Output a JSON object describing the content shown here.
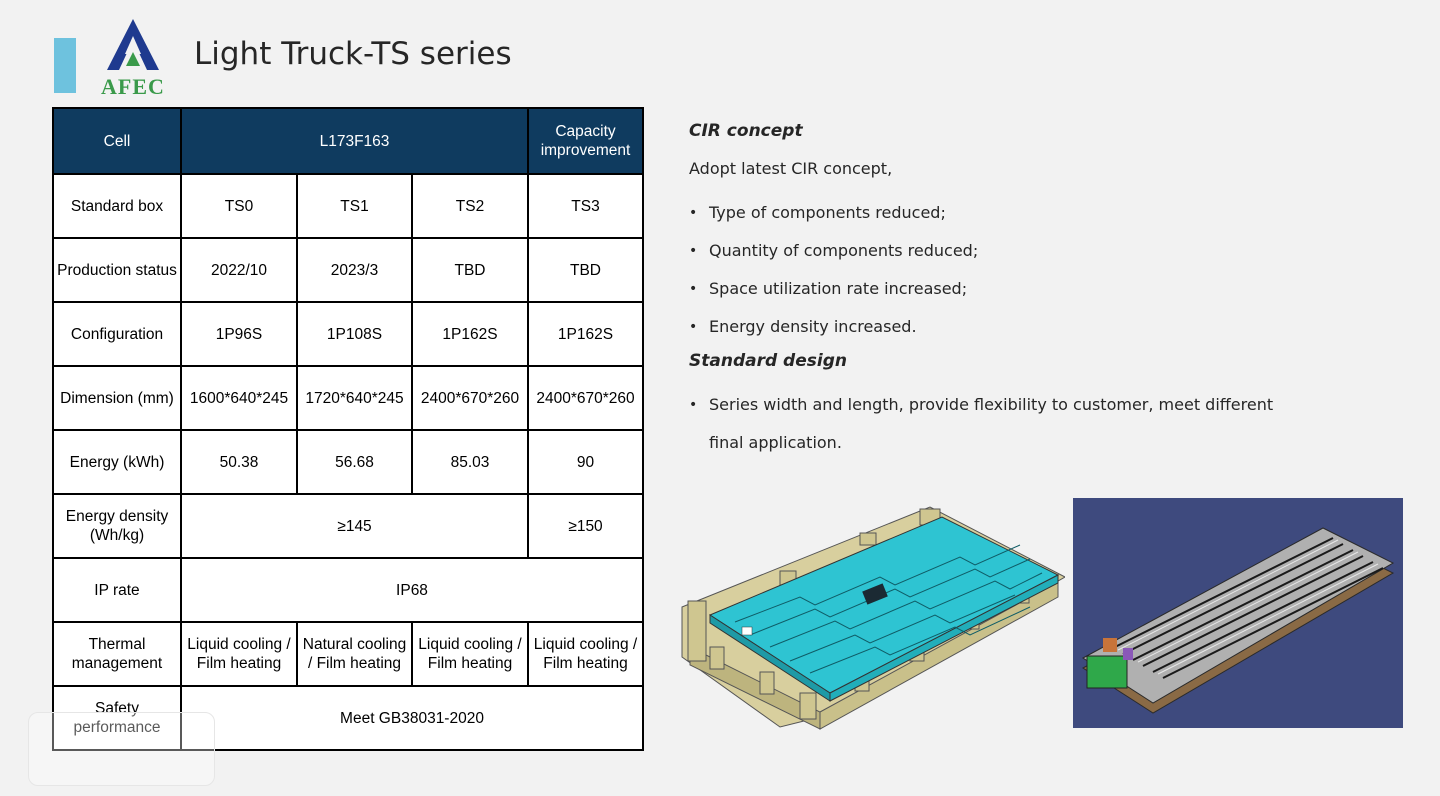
{
  "header": {
    "logo_text": "AFEC",
    "title": "Light Truck-TS series"
  },
  "table": {
    "header": {
      "label": "Cell",
      "model": "L173F163",
      "improvement": "Capacity improvement"
    },
    "rows": {
      "standard_box": {
        "label": "Standard box",
        "values": [
          "TS0",
          "TS1",
          "TS2",
          "TS3"
        ]
      },
      "production_status": {
        "label": "Production status",
        "values": [
          "2022/10",
          "2023/3",
          "TBD",
          "TBD"
        ]
      },
      "configuration": {
        "label": "Configuration",
        "values": [
          "1P96S",
          "1P108S",
          "1P162S",
          "1P162S"
        ]
      },
      "dimension": {
        "label": "Dimension (mm)",
        "values": [
          "1600*640*245",
          "1720*640*245",
          "2400*670*260",
          "2400*670*260"
        ]
      },
      "energy": {
        "label": "Energy (kWh)",
        "values": [
          "50.38",
          "56.68",
          "85.03",
          "90"
        ]
      },
      "energy_density": {
        "label": "Energy density (Wh/kg)",
        "values": [
          "≥145",
          "≥150"
        ]
      },
      "ip_rate": {
        "label": "IP rate",
        "value": "IP68"
      },
      "thermal": {
        "label": "Thermal management",
        "values": [
          "Liquid cooling / Film heating",
          "Natural cooling / Film heating",
          "Liquid cooling / Film heating",
          "Liquid cooling / Film heating"
        ]
      },
      "safety": {
        "label": "Safety performance",
        "value": "Meet GB38031-2020"
      }
    }
  },
  "cir": {
    "heading": "CIR concept",
    "intro": "Adopt latest CIR concept,",
    "bullets": [
      "Type of components reduced;",
      "Quantity of components reduced;",
      "Space utilization rate increased;",
      "Energy density increased."
    ]
  },
  "standard_design": {
    "heading": "Standard design",
    "bullets": [
      "Series width and length, provide flexibility to customer, meet different final application."
    ]
  },
  "bullet_glyph": "•",
  "colors": {
    "accent_bar": "#6ec2de",
    "logo_blue": "#1f3a8f",
    "logo_green": "#3a9a4a",
    "table_header": "#0f3b5f",
    "pack_cover": "#2ec4d2",
    "pack_frame": "#d8cf9e",
    "render_bg": "#3e4a7e"
  },
  "icons": {
    "logo": "afec-triangle-logo",
    "pack_cover_render": "battery-pack-render",
    "pack_internal_render": "battery-modules-render"
  }
}
